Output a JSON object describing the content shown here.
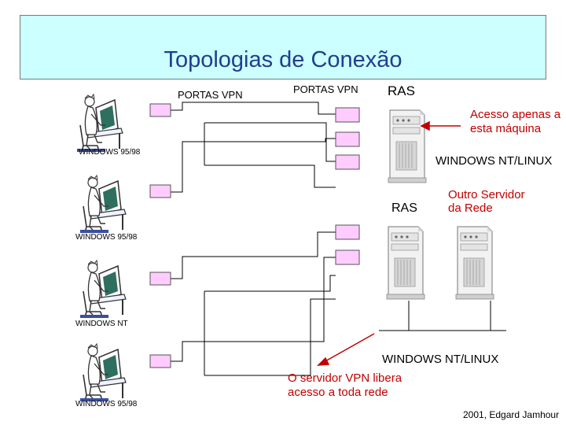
{
  "title": "Topologias de Conexão",
  "labels": {
    "vpn_ports_left": "PORTAS VPN",
    "vpn_ports_right": "PORTAS VPN",
    "ras_top": "RAS",
    "ras_bottom": "RAS",
    "access_note_line1": "Acesso apenas a",
    "access_note_line2": "esta máquina",
    "server_os_top": "WINDOWS NT/LINUX",
    "other_server_line1": "Outro Servidor",
    "other_server_line2": "da Rede",
    "server_os_bottom": "WINDOWS NT/LINUX",
    "vpn_note_line1": "O servidor VPN libera",
    "vpn_note_line2": "acesso a toda rede",
    "credit": "2001, Edgard Jamhour"
  },
  "clients": [
    {
      "os": "WINDOWS 95/98"
    },
    {
      "os": "WINDOWS 95/98"
    },
    {
      "os": "WINDOWS NT"
    },
    {
      "os": "WINDOWS 95/98"
    }
  ],
  "colors": {
    "title_bg": "#ccffff",
    "title_text": "#1f3e8f",
    "port_fill": "#ffccff",
    "annotation_red": "#c00000",
    "line": "#000000"
  },
  "icons": [
    "computer-user-icon",
    "server-tower-icon"
  ]
}
